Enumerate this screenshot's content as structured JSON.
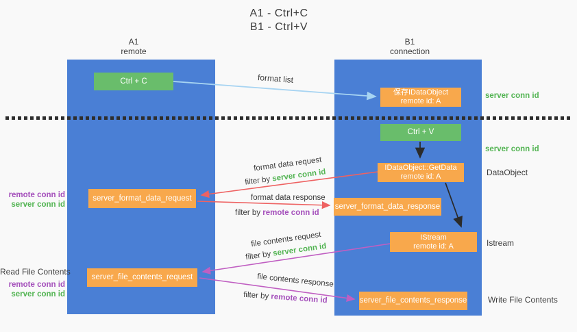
{
  "title": {
    "line1": "A1 - Ctrl+C",
    "line2": "B1 - Ctrl+V"
  },
  "lanes": {
    "left": {
      "name": "A1",
      "subtitle": "remote"
    },
    "right": {
      "name": "B1",
      "subtitle": "connection"
    }
  },
  "nodes": {
    "ctrl_c": {
      "label": "Ctrl + C"
    },
    "ctrl_v": {
      "label": "Ctrl + V"
    },
    "save_dataobject": {
      "line1": "保存IDataObject",
      "line2": "remote id: A"
    },
    "getdata": {
      "line1": "IDataObject::GetData",
      "line2": "remote id: A"
    },
    "istream": {
      "line1": "IStream",
      "line2": "remote id: A"
    },
    "format_request": {
      "label": "server_format_data_request"
    },
    "format_response": {
      "label": "server_format_data_response"
    },
    "file_request": {
      "label": "server_file_contents_request"
    },
    "file_response": {
      "label": "server_file_contents_response"
    }
  },
  "left_labels": {
    "format_remote": "remote conn id",
    "format_server": "server conn id",
    "read_file": "Read File Contents",
    "file_remote": "remote conn id",
    "file_server": "server conn id"
  },
  "right_labels": {
    "save_conn": "server conn id",
    "paste_conn": "server conn id",
    "dataobject": "DataObject",
    "istream": "Istream",
    "write_file": "Write File Contents"
  },
  "arrows": {
    "format_list": "format list",
    "format_request": {
      "text": "format data request",
      "filter_prefix": "filter by ",
      "filter_key": "server conn id"
    },
    "format_response": {
      "text": "format data response",
      "filter_prefix": "filter by ",
      "filter_key": "remote conn id"
    },
    "file_request": {
      "text": "file contents request",
      "filter_prefix": "filter by ",
      "filter_key": "server conn id"
    },
    "file_response": {
      "text": "file contents response",
      "filter_prefix": "filter by ",
      "filter_key": "remote conn id"
    }
  },
  "colors": {
    "lane_blue": "#4a7fd5",
    "node_orange": "#f8a84c",
    "node_green": "#69bd6b",
    "arrow_red": "#ee6262",
    "arrow_purple": "#c05fc2",
    "arrow_light_blue": "#a7d4f2",
    "arrow_black": "#2b2b2b",
    "text_green": "#53b453",
    "text_purple": "#a44fbb",
    "text_dark": "#3d3d3d",
    "background": "#f9f9f9"
  }
}
